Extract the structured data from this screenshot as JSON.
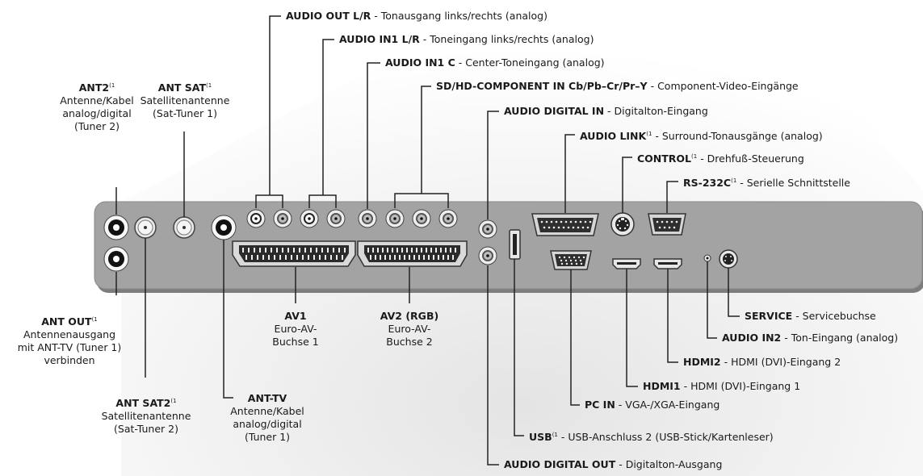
{
  "note_mark": "(1",
  "ports": {
    "ant2": {
      "title": "ANT2",
      "lines": [
        "Antenne/Kabel",
        "analog/digital",
        "(Tuner 2)"
      ]
    },
    "ant_sat": {
      "title": "ANT SAT",
      "lines": [
        "Satellitenantenne",
        "(Sat-Tuner 1)"
      ]
    },
    "ant_out": {
      "title": "ANT OUT",
      "lines": [
        "Antennenausgang",
        "mit ANT-TV (Tuner 1)",
        "verbinden"
      ]
    },
    "ant_sat2": {
      "title": "ANT SAT2",
      "lines": [
        "Satellitenantenne",
        "(Sat-Tuner 2)"
      ]
    },
    "ant_tv": {
      "title": "ANT-TV",
      "lines": [
        "Antenne/Kabel",
        "analog/digital",
        "(Tuner 1)"
      ]
    },
    "av1": {
      "title": "AV1",
      "lines": [
        "Euro-AV-",
        "Buchse 1"
      ]
    },
    "av2": {
      "title": "AV2 (RGB)",
      "lines": [
        "Euro-AV-",
        "Buchse 2"
      ]
    },
    "audio_out_lr": {
      "name": "AUDIO OUT L/R",
      "desc": "- Tonausgang links/rechts (analog)"
    },
    "audio_in1_lr": {
      "name": "AUDIO IN1 L/R",
      "desc": "- Toneingang links/rechts (analog)"
    },
    "audio_in1_c": {
      "name": "AUDIO IN1 C",
      "desc": "- Center-Toneingang (analog)"
    },
    "component": {
      "name": "SD/HD-COMPONENT IN Cb/Pb–Cr/Pr–Y",
      "desc": "- Component-Video-Eingänge"
    },
    "audio_digital_in": {
      "name": "AUDIO DIGITAL IN",
      "desc": "- Digitalton-Eingang"
    },
    "audio_link": {
      "name": "AUDIO LINK",
      "desc": "- Surround-Tonausgänge (analog)"
    },
    "control": {
      "name": "CONTROL",
      "desc": "- Drehfuß-Steuerung"
    },
    "rs232c": {
      "name": "RS-232C",
      "desc": "- Serielle Schnittstelle"
    },
    "service": {
      "name": "SERVICE",
      "desc": "- Servicebuchse"
    },
    "audio_in2": {
      "name": "AUDIO IN2",
      "desc": "- Ton-Eingang (analog)"
    },
    "hdmi2": {
      "name": "HDMI2",
      "desc": "- HDMI (DVI)-Eingang 2"
    },
    "hdmi1": {
      "name": "HDMI1",
      "desc": "- HDMI (DVI)-Eingang 1"
    },
    "pc_in": {
      "name": "PC IN",
      "desc": "- VGA-/XGA-Eingang"
    },
    "usb": {
      "name": "USB",
      "desc": "- USB-Anschluss 2 (USB-Stick/Kartenleser)"
    },
    "audio_digital_out": {
      "name": "AUDIO DIGITAL OUT",
      "desc": "- Digitalton-Ausgang"
    }
  }
}
